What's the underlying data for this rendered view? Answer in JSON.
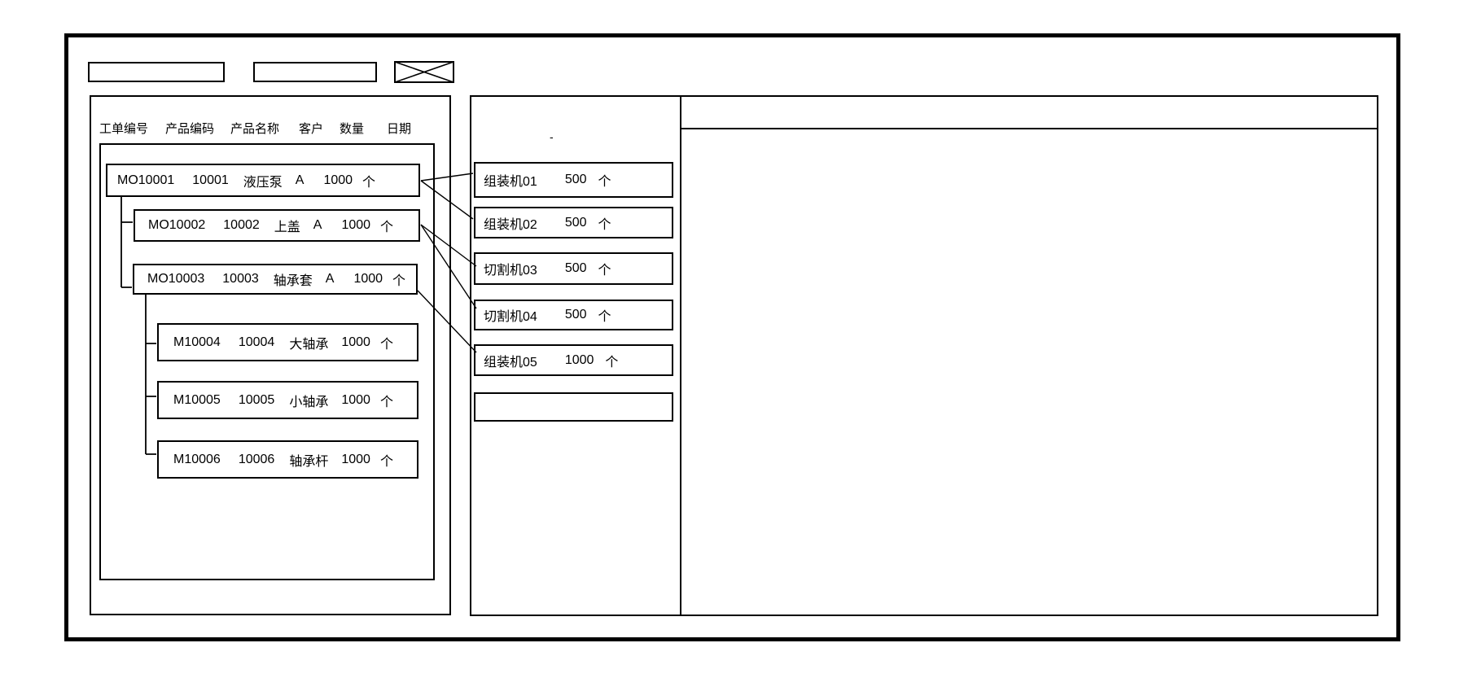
{
  "colors": {
    "ink": "#000000",
    "background": "#ffffff"
  },
  "toolbar": {
    "field1": {
      "value": ""
    },
    "field2": {
      "value": ""
    },
    "x_box": {
      "icon": "x-cross-placeholder"
    }
  },
  "work_order_panel": {
    "columns": [
      "工单编号",
      "产品编码",
      "产品名称",
      "客户",
      "数量",
      "日期"
    ],
    "orders": [
      {
        "id": "MO10001",
        "code": "10001",
        "name": "液压泵",
        "customer": "A",
        "qty": "1000",
        "unit": "个"
      },
      {
        "id": "MO10002",
        "code": "10002",
        "name": "上盖",
        "customer": "A",
        "qty": "1000",
        "unit": "个"
      },
      {
        "id": "MO10003",
        "code": "10003",
        "name": "轴承套",
        "customer": "A",
        "qty": "1000",
        "unit": "个"
      },
      {
        "id": "M10004",
        "code": "10004",
        "name": "大轴承",
        "customer": "",
        "qty": "1000",
        "unit": "个"
      },
      {
        "id": "M10005",
        "code": "10005",
        "name": "小轴承",
        "customer": "",
        "qty": "1000",
        "unit": "个"
      },
      {
        "id": "M10006",
        "code": "10006",
        "name": "轴承杆",
        "customer": "",
        "qty": "1000",
        "unit": "个"
      }
    ]
  },
  "machine_panel": {
    "stray_mark": "-",
    "machines": [
      {
        "name": "组装机01",
        "qty": "500",
        "unit": "个"
      },
      {
        "name": "组装机02",
        "qty": "500",
        "unit": "个"
      },
      {
        "name": "切割机03",
        "qty": "500",
        "unit": "个"
      },
      {
        "name": "切割机04",
        "qty": "500",
        "unit": "个"
      },
      {
        "name": "组装机05",
        "qty": "1000",
        "unit": "个"
      },
      {
        "name": "",
        "qty": "",
        "unit": ""
      }
    ]
  },
  "detail_panel": {
    "header_value": ""
  }
}
